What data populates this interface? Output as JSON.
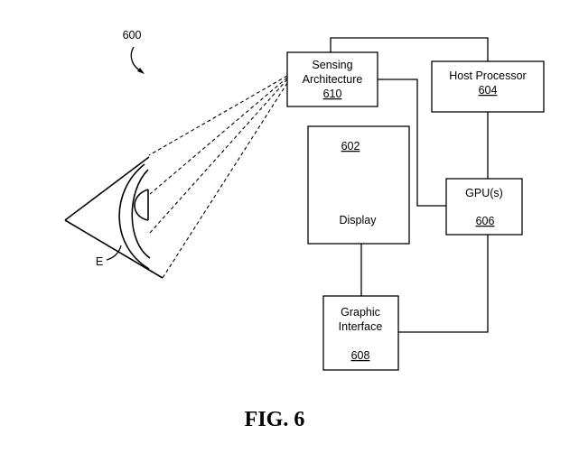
{
  "figure": {
    "ref_number": "600",
    "caption": "FIG. 6",
    "eye_label": "E"
  },
  "blocks": {
    "sensing": {
      "line1": "Sensing",
      "line2": "Architecture",
      "ref": "610"
    },
    "host": {
      "line1": "Host Processor",
      "ref": "604"
    },
    "display": {
      "ref": "602",
      "line1": "Display"
    },
    "gpu": {
      "line1": "GPU(s)",
      "ref": "606"
    },
    "graphic": {
      "line1": "Graphic",
      "line2": "Interface",
      "ref": "608"
    }
  }
}
